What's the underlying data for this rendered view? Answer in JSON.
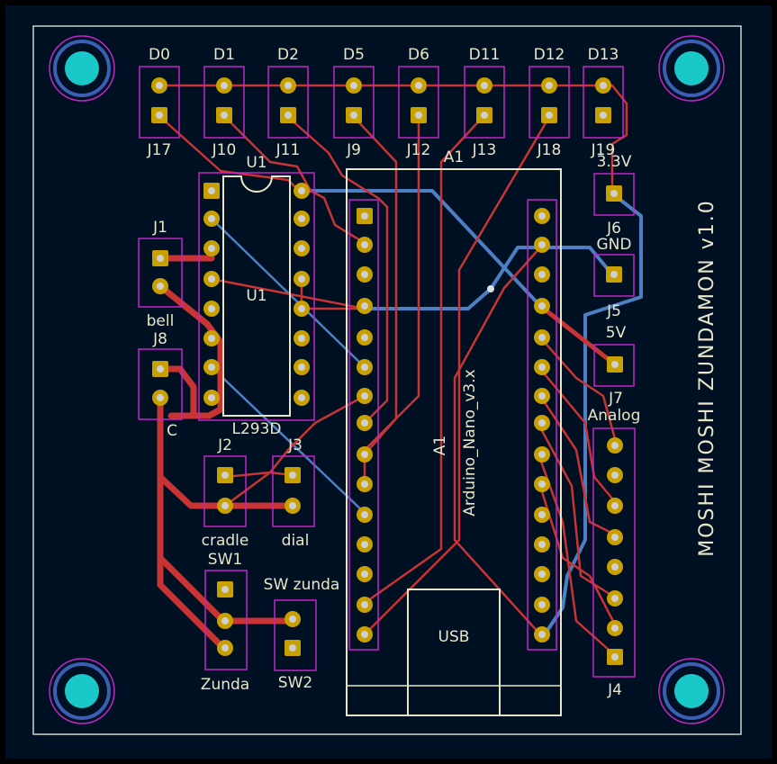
{
  "board": {
    "title": "MOSHI MOSHI ZUNDAMON v1.0",
    "colors": {
      "background": "#000000",
      "board": "#001023",
      "edge": "#d0d2cd",
      "silk": "#e8e6c8",
      "courtyard": "#c224c8",
      "copper_front": "#c83434",
      "copper_back": "#4d7fc4",
      "pad": "#c8a000",
      "drill": "#cfcfcf",
      "mount": "#19c8c8",
      "mount_ring": "#3a5fb5"
    }
  },
  "labels": {
    "d0": "D0",
    "d1": "D1",
    "d2": "D2",
    "d5": "D5",
    "d6": "D6",
    "d11": "D11",
    "d12": "D12",
    "d13": "D13",
    "j17": "J17",
    "j10": "J10",
    "j11": "J11",
    "j9": "J9",
    "j12": "J12",
    "j13": "J13",
    "j18": "J18",
    "j19": "J19",
    "u1_top": "U1",
    "u1_mid": "U1",
    "l293d": "L293D",
    "a1_top": "A1",
    "a1_mid": "A1",
    "nano": "Arduino_Nano_v3.x",
    "usb": "USB",
    "j1": "J1",
    "bell": "bell",
    "j8": "J8",
    "c": "C",
    "j2": "J2",
    "cradle": "cradle",
    "j3": "J3",
    "dial": "dial",
    "sw1": "SW1",
    "sw_zunda": "SW zunda",
    "zunda": "Zunda",
    "sw2": "SW2",
    "v33": "3.3V",
    "j6": "J6",
    "gnd": "GND",
    "j5": "J5",
    "v5": "5V",
    "j7": "J7",
    "analog": "Analog",
    "j4": "J4"
  }
}
